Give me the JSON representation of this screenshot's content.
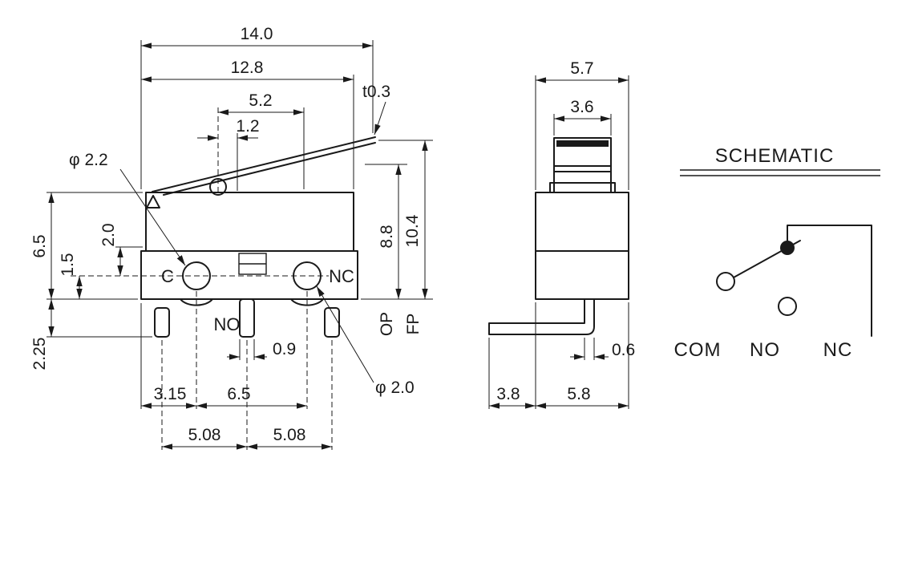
{
  "front_view": {
    "dim_14_0": "14.0",
    "dim_12_8": "12.8",
    "dim_5_2": "5.2",
    "dim_1_2": "1.2",
    "lever_thickness": "t0.3",
    "hole_c_dia": "φ 2.2",
    "dim_6_5_left": "6.5",
    "dim_2_0": "2.0",
    "dim_1_5": "1.5",
    "dim_2_25": "2.25",
    "dim_8_8": "8.8",
    "dim_10_4": "10.4",
    "label_op": "OP",
    "label_fp": "FP",
    "dim_0_9": "0.9",
    "dim_3_15": "3.15",
    "dim_6_5_bottom": "6.5",
    "dim_5_08_left": "5.08",
    "dim_5_08_right": "5.08",
    "hole_nc_dia": "φ 2.0",
    "terminal_c": "C",
    "terminal_no": "NO",
    "terminal_nc": "NC"
  },
  "side_view": {
    "dim_5_7": "5.7",
    "dim_3_6": "3.6",
    "dim_0_6": "0.6",
    "dim_3_8": "3.8",
    "dim_5_8": "5.8"
  },
  "schematic": {
    "title": "SCHEMATIC",
    "label_com": "COM",
    "label_no": "NO",
    "label_nc": "NC"
  },
  "colors": {
    "line": "#1a1a1a",
    "background": "#ffffff"
  }
}
